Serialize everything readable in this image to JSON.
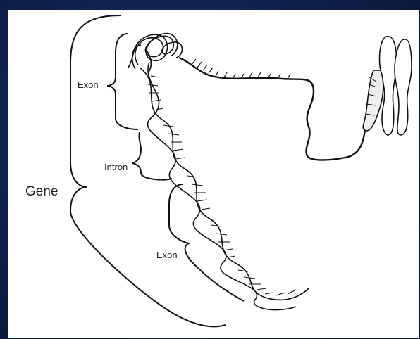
{
  "labels": {
    "gene": "Gene",
    "exon_top": "Exon",
    "intron": "Intron",
    "exon_bottom": "Exon"
  },
  "colors": {
    "background": "#0c1a3e",
    "panel": "#ffffff",
    "ink": "#111111"
  },
  "icons": [
    "dna-double-helix",
    "chromosome",
    "curly-brace"
  ]
}
